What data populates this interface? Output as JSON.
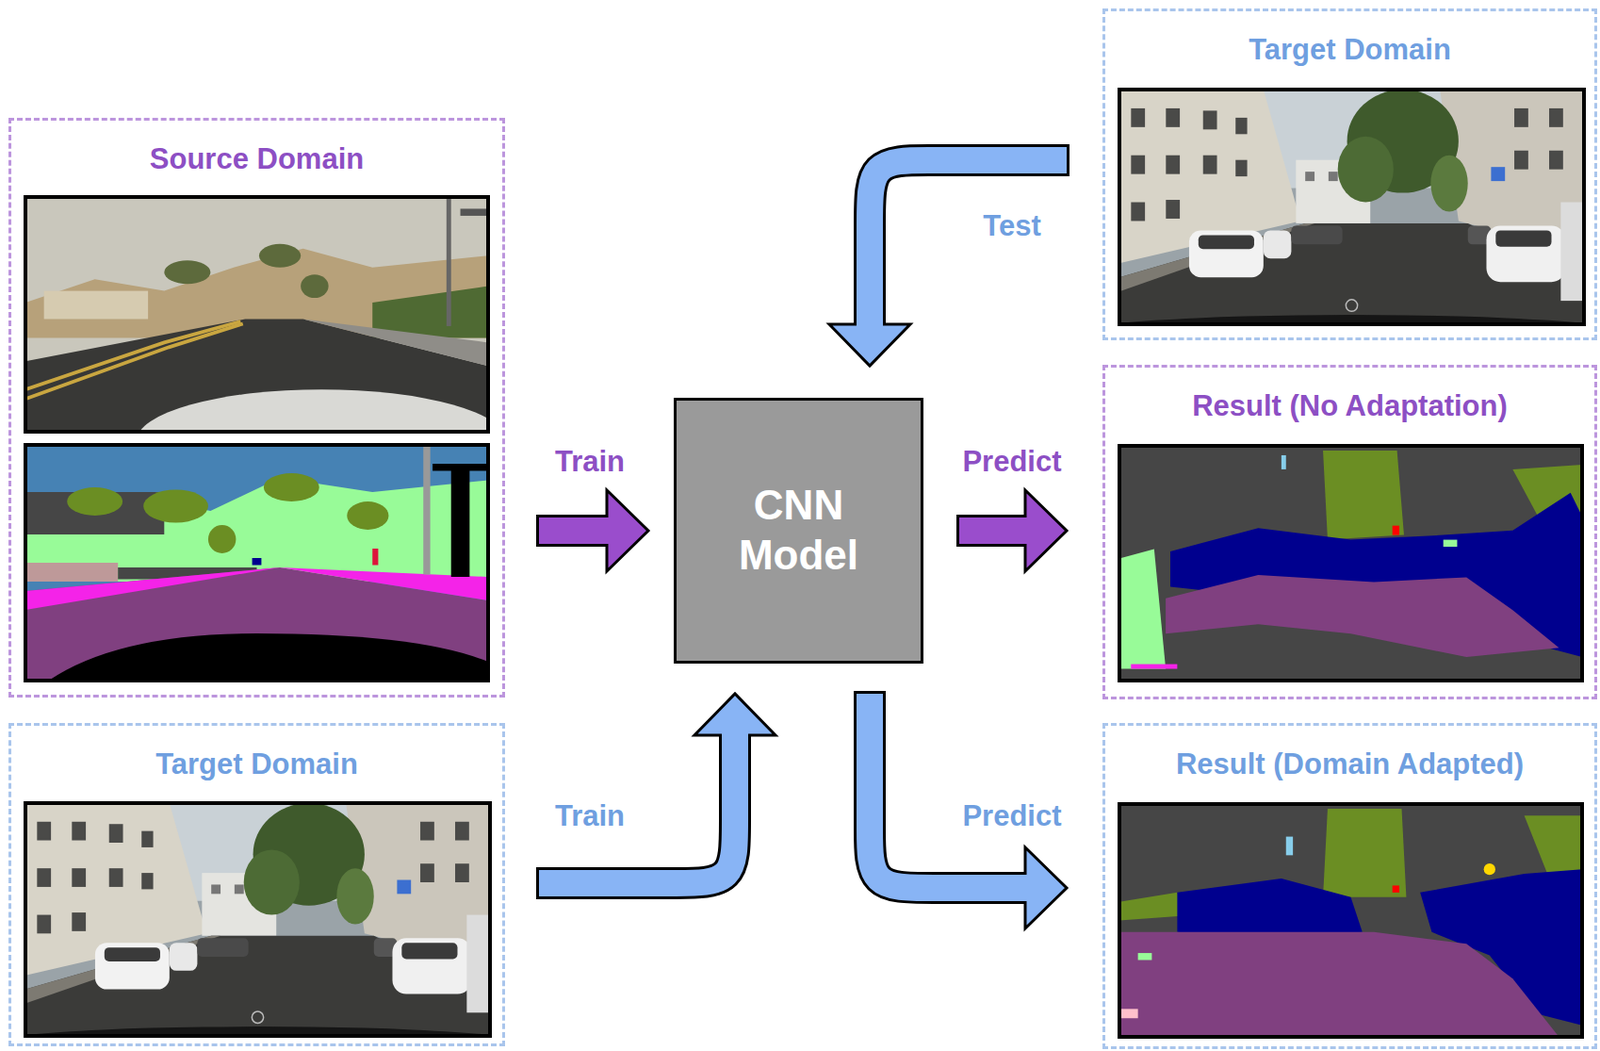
{
  "diagram": {
    "nodes": [
      {
        "text": [
          "Source Domain"
        ]
      },
      {
        "text": [
          "Target Domain"
        ]
      },
      {
        "text": [
          "CNN Model"
        ]
      },
      {
        "text": [
          "Target Domain"
        ]
      },
      {
        "text": [
          "Result (No Adaptation)"
        ]
      },
      {
        "text": [
          "Result (Domain Adapted)"
        ]
      }
    ],
    "edges": [
      {
        "from": 0,
        "to": 2,
        "arrow": "to",
        "label": "Train"
      },
      {
        "from": 1,
        "to": 2,
        "arrow": "to",
        "label": "Train"
      },
      {
        "from": 3,
        "to": 2,
        "arrow": "to",
        "label": "Test"
      },
      {
        "from": 2,
        "to": 4,
        "arrow": "to",
        "label": "Predict"
      },
      {
        "from": 2,
        "to": 5,
        "arrow": "to",
        "label": "Predict"
      }
    ]
  }
}
